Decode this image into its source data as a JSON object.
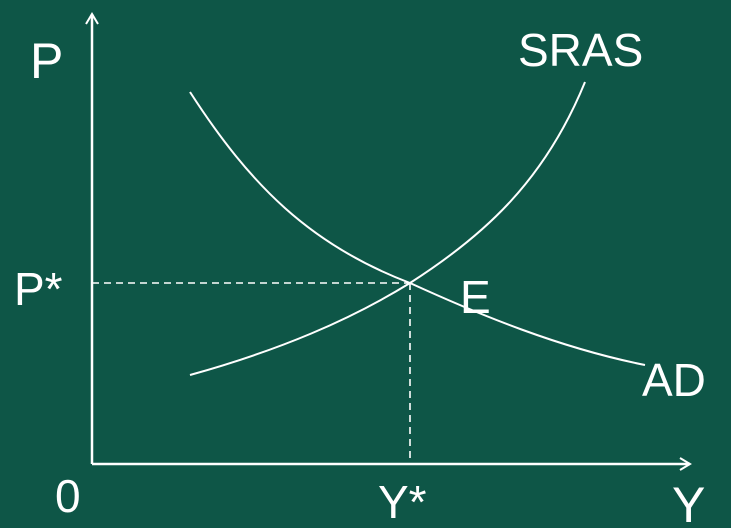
{
  "diagram": {
    "background_color": "#0e5647",
    "line_color": "#ffffff",
    "labels": {
      "y_axis": "P",
      "x_axis": "Y",
      "origin": "0",
      "price_eq": "P*",
      "output_eq": "Y*",
      "equilibrium": "E",
      "curve_sras": "SRAS",
      "curve_ad": "AD"
    }
  }
}
